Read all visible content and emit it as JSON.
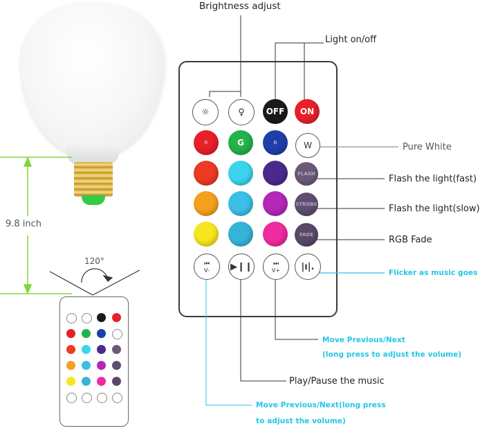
{
  "labels": {
    "brightness": "Brightness adjust",
    "light_onoff": "Light on/off",
    "pure_white": "Pure White",
    "flash_fast": "Flash the light(fast)",
    "flash_slow": "Flash the light(slow)",
    "rgb_fade": "RGB Fade",
    "flicker": "Flicker as music goes",
    "move_prev_next_1": "Move Previous/Next",
    "move_prev_next_2": "(long press to adjust the volume)",
    "play_pause": "Play/Pause the music",
    "move_left_1": "Move Previous/Next(long press",
    "move_left_2": "to adjust the volume)"
  },
  "dimensions": {
    "height": "9.8 inch",
    "angle": "120°"
  },
  "buttons": {
    "off": "OFF",
    "on": "ON",
    "r": "R",
    "g": "G",
    "b": "B",
    "w": "W",
    "vol_down": "V-",
    "vol_up": "V+",
    "flash": "FLASH",
    "strobe": "STROBE",
    "fade": "FADE"
  },
  "colors": {
    "accent_cyan": "#22c6e6",
    "row1": [
      "#ffffff",
      "#ffffff",
      "#1a1a1a",
      "#e8202a"
    ],
    "row2": [
      "#e8202a",
      "#22b34a",
      "#1f3fa8",
      "#ffffff"
    ],
    "row3": [
      "#ee3a22",
      "#3ad4ec",
      "#4a2a8c",
      "#6a5a7a"
    ],
    "row4": [
      "#f5a11e",
      "#3bbfe6",
      "#b427b8",
      "#5e4e72"
    ],
    "row5": [
      "#f5e61e",
      "#36b4d8",
      "#f02aa0",
      "#5a4868"
    ],
    "bulb_tip": "#33cc44",
    "dimension_green": "#7ed63a"
  }
}
